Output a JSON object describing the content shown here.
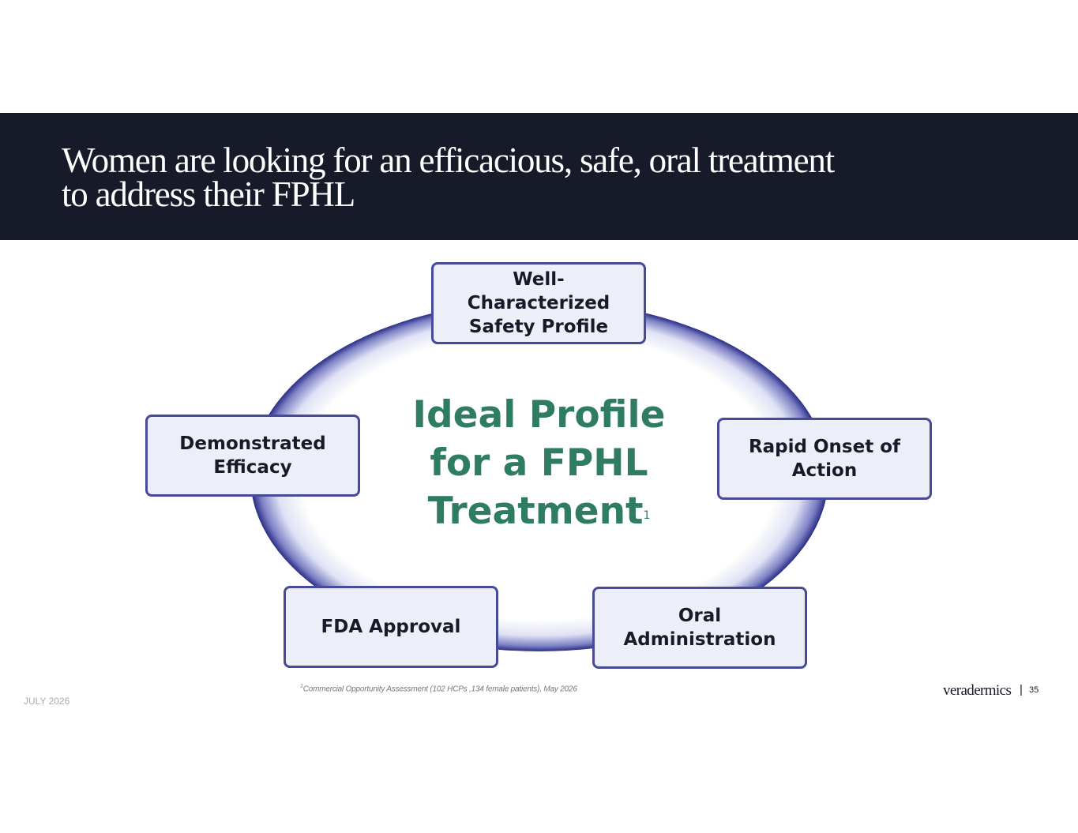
{
  "header": {
    "title_line1": "Women are looking for an efficacious, safe, oral treatment",
    "title_line2": "to address their FPHL"
  },
  "center": {
    "line1": "Ideal Profile",
    "line2": "for a FPHL",
    "line3": "Treatment",
    "footnote_mark": "1"
  },
  "attributes": {
    "top": "Well-\nCharacterized\nSafety Profile",
    "left": "Demonstrated\nEfficacy",
    "right": "Rapid Onset of\nAction",
    "bottom_left": "FDA Approval",
    "bottom_right": "Oral\nAdministration"
  },
  "footer": {
    "footnote_mark": "1",
    "footnote": "Commercial Opportunity Assessment (102 HCPs ,134 female patients), May 2026",
    "date": "JULY 2026",
    "brand": "veradermics",
    "separator": "|",
    "page_number": "35"
  },
  "colors": {
    "banner": "#171a29",
    "accent_green": "#2e7d60",
    "box_border": "#474a98",
    "box_fill": "#eceef8"
  }
}
